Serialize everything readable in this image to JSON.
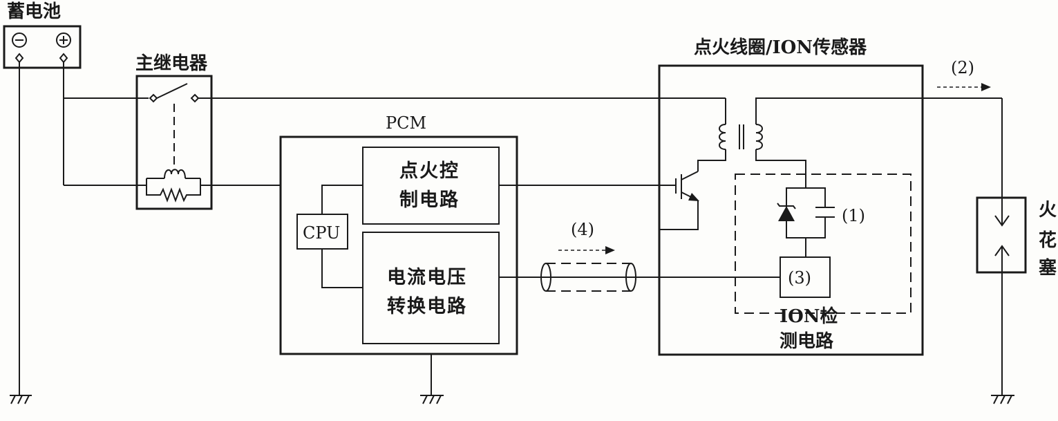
{
  "labels": {
    "battery": "蓄电池",
    "battery_neg": "⊖",
    "battery_pos": "⊕",
    "relay": "主继电器",
    "pcm": "PCM",
    "ignition_ctrl_l1": "点火控",
    "ignition_ctrl_l2": "制电路",
    "cpu": "CPU",
    "conv_l1": "电流电压",
    "conv_l2": "转换电路",
    "coil_sensor": "点火线圈/ION传感器",
    "ref1": "(1)",
    "ref2": "(2)",
    "ref3": "(3)",
    "ref4": "(4)",
    "ion_l1": "ION检",
    "ion_l2": "测电路",
    "spark_1": "火",
    "spark_2": "花",
    "spark_3": "塞"
  }
}
